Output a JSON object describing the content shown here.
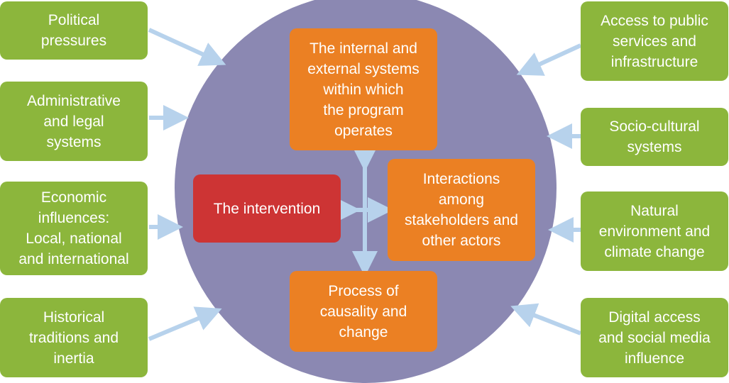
{
  "colors": {
    "green": "#8cb63c",
    "orange": "#eb8023",
    "red": "#cd3434",
    "circle": "#8b88b2",
    "arrow": "#b7d2ec"
  },
  "left_factors": [
    "Political\npressures",
    "Administrative\nand legal\nsystems",
    "Economic\ninfluences:\nLocal, national\nand international",
    "Historical\ntraditions and\ninertia"
  ],
  "right_factors": [
    "Access to public\nservices and\ninfrastructure",
    "Socio-cultural\nsystems",
    "Natural\nenvironment and\nclimate change",
    "Digital access\nand social media\ninfluence"
  ],
  "center": {
    "systems": "The internal and\nexternal systems\nwithin which\nthe program\noperates",
    "intervention": "The intervention",
    "interactions": "Interactions\namong\nstakeholders and\nother actors",
    "causality": "Process of\ncausality and\nchange"
  }
}
